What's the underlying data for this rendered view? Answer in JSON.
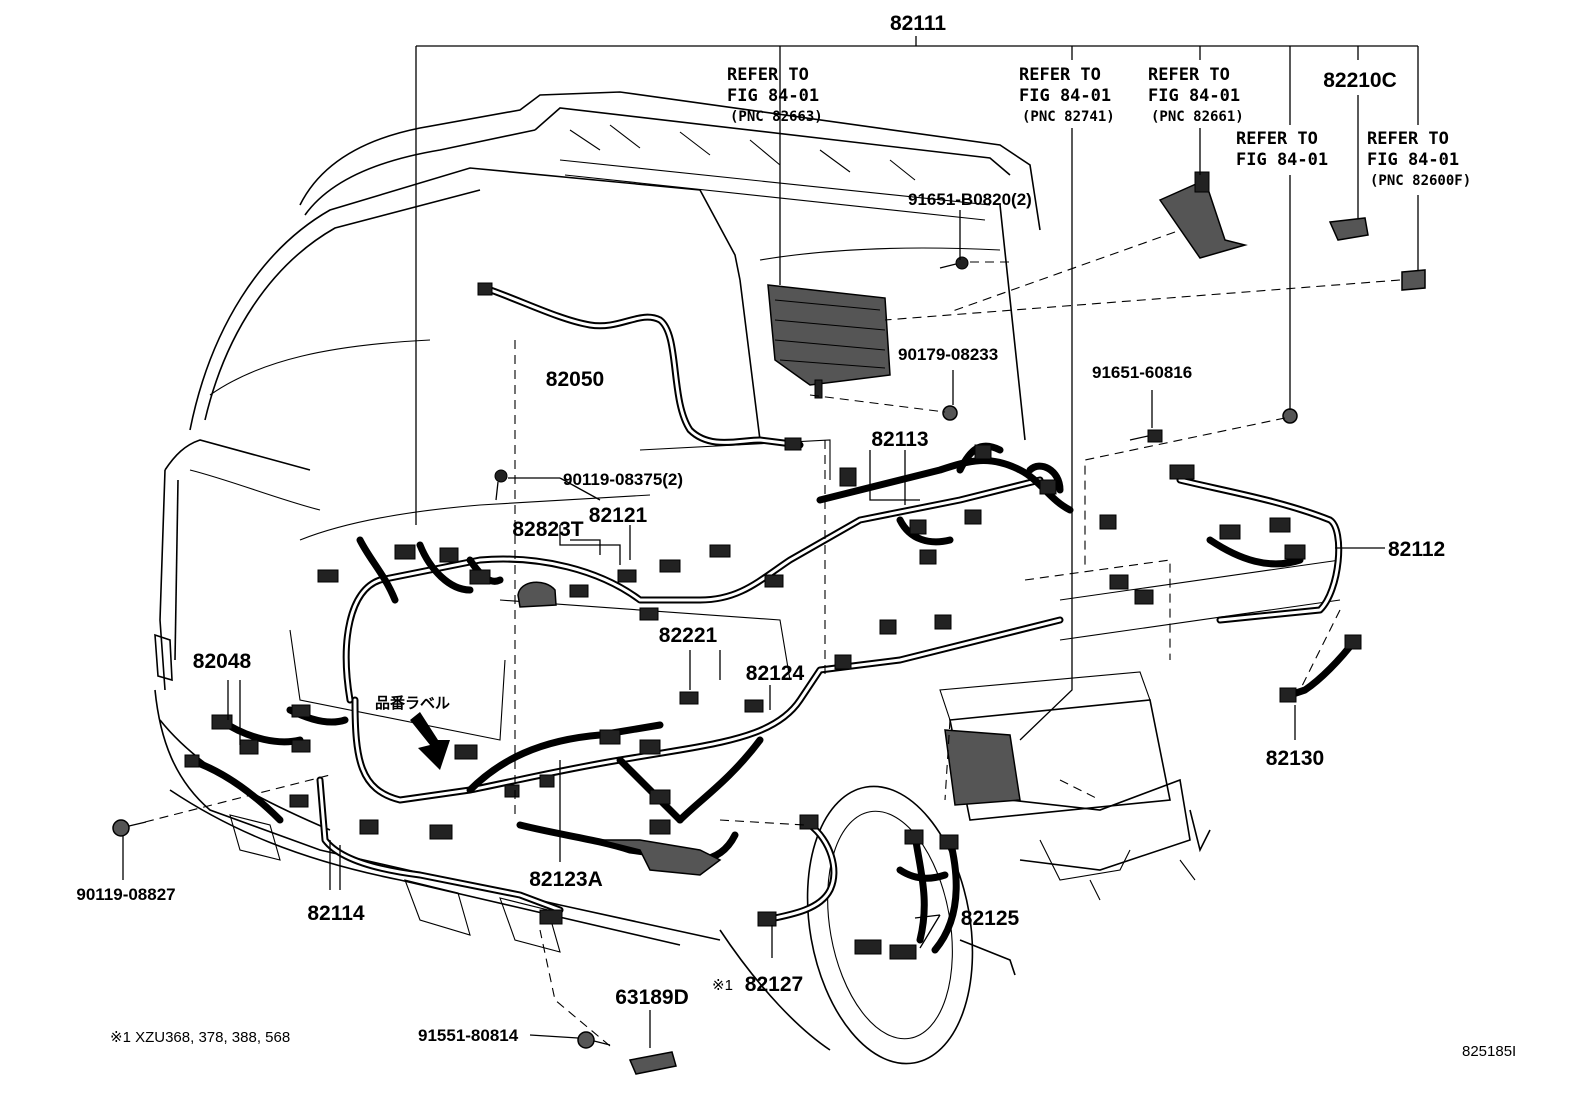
{
  "labels": {
    "l82111": "82111",
    "l82210C": "82210C",
    "l82050": "82050",
    "l82113": "82113",
    "l82112": "82112",
    "l82130": "82130",
    "l82121": "82121",
    "l82823T": "82823T",
    "l82221": "82221",
    "l82124": "82124",
    "l82048": "82048",
    "l82114": "82114",
    "l82123A": "82123A",
    "l82125": "82125",
    "l82127": "82127",
    "l63189D": "63189D",
    "l90119_08827": "90119-08827",
    "l90119_08375": "90119-08375(2)",
    "l91651_B0820": "91651-B0820(2)",
    "l90179_08233": "90179-08233",
    "l91651_60816": "91651-60816",
    "l91551_80814": "91551-80814",
    "hinban_label": "品番ラベル",
    "note_mark": "※1",
    "footnote": "※1 XZU368, 378, 388, 568",
    "fig_id": "825185I"
  },
  "refer": [
    {
      "line1": "REFER TO",
      "line2": "FIG 84-01",
      "line3": "(PNC 82663)"
    },
    {
      "line1": "REFER TO",
      "line2": "FIG 84-01",
      "line3": "(PNC 82741)"
    },
    {
      "line1": "REFER TO",
      "line2": "FIG 84-01",
      "line3": "(PNC 82661)"
    },
    {
      "line1": "REFER TO",
      "line2": "FIG 84-01",
      "line3": ""
    },
    {
      "line1": "REFER TO",
      "line2": "FIG 84-01",
      "line3": "(PNC 82600F)"
    }
  ]
}
